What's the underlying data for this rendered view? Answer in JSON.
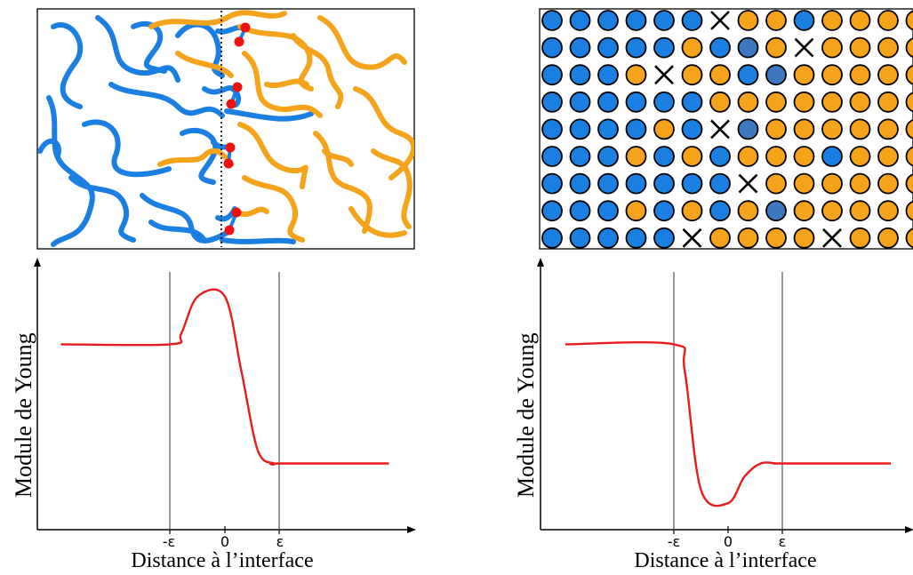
{
  "colors": {
    "polymer_a": "#1a7fe0",
    "polymer_b": "#f5a31a",
    "crosslink": "#ee1111",
    "curve": "#e81c1c",
    "axis": "#000000",
    "mixed_particle": "#3b78c0"
  },
  "panels": [
    {
      "id": "polymer-interface",
      "ylabel": "Module de Young",
      "xlabel": "Distance à l’interface",
      "ticks": [
        "-ε",
        "0",
        "ε"
      ]
    },
    {
      "id": "particle-interface",
      "ylabel": "Module de Young",
      "xlabel": "Distance à l’interface",
      "ticks": [
        "-ε",
        "0",
        "ε"
      ]
    }
  ],
  "particle_grid": [
    "BBBBBBXOOBOOOO",
    "BBBBBOBMOXOOOO",
    "BBBOXOOBMOOOOO",
    "BBBBBBOOOOOOOO",
    "BBBBOBXMOOOOOO",
    "BBBOBOBOOOBOOO",
    "BBBBBBBXOOOOOO",
    "BBBOBOBOMOOOOO",
    "BBBBBXOOOOXOOO"
  ],
  "chart_data": [
    {
      "type": "line",
      "ylabel": "Module de Young",
      "xlabel": "Distance à l’interface",
      "x_ticks": [
        "-ε",
        "0",
        "ε"
      ],
      "series": [
        {
          "x": [
            -3,
            -1.0,
            -0.8,
            -0.5,
            0,
            0.3,
            0.6,
            0.9,
            1.0,
            3
          ],
          "y": [
            0.7,
            0.7,
            0.74,
            0.88,
            0.88,
            0.6,
            0.3,
            0.25,
            0.25,
            0.25
          ]
        }
      ]
    },
    {
      "type": "line",
      "ylabel": "Module de Young",
      "xlabel": "Distance à l’interface",
      "x_ticks": [
        "-ε",
        "0",
        "ε"
      ],
      "series": [
        {
          "x": [
            -3,
            -1.0,
            -0.8,
            -0.5,
            0,
            0.3,
            0.6,
            0.9,
            1.0,
            3
          ],
          "y": [
            0.7,
            0.7,
            0.6,
            0.15,
            0.1,
            0.2,
            0.25,
            0.25,
            0.25,
            0.25
          ]
        }
      ]
    }
  ]
}
